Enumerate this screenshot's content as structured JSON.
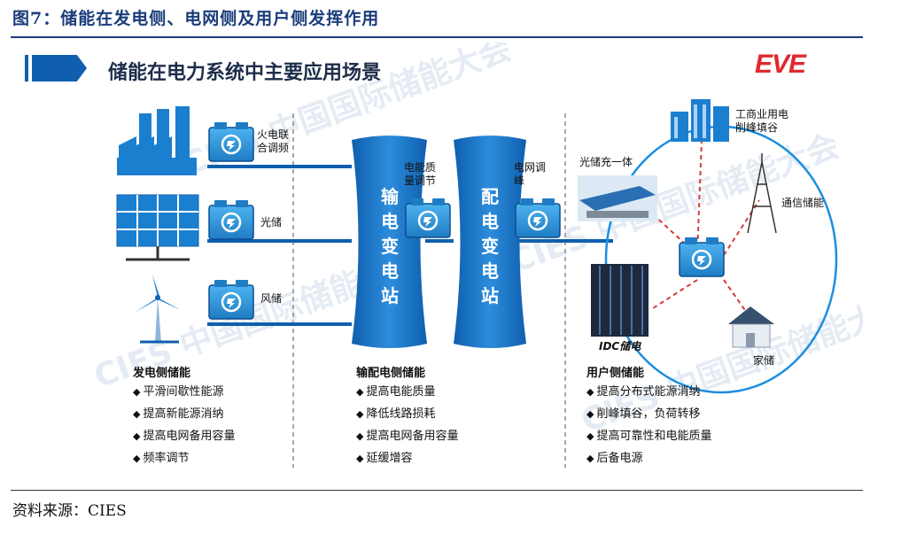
{
  "figure_title": "图7：储能在发电侧、电网侧及用户侧发挥作用",
  "source": "资料来源：CIES",
  "diagram": {
    "heading": "储能在电力系统中主要应用场景",
    "logo": "EVE",
    "watermark": "CIES 中国国际储能大会",
    "generation": {
      "items": [
        "火电联\n合调频",
        "光储",
        "风储"
      ],
      "title": "发电侧储能",
      "bullets": [
        "平滑间歇性能源",
        "提高新能源消纳",
        "提高电网备用容量",
        "频率调节"
      ]
    },
    "grid": {
      "transmission_station": "输\n电\n变\n电\n站",
      "distribution_station": "配\n电\n变\n电\n站",
      "power_quality": "电能质\n量调节",
      "peak_regulation": "电网调\n峰",
      "title": "输配电侧储能",
      "bullets": [
        "提高电能质量",
        "降低线路损耗",
        "提高电网备用容量",
        "延缓增容"
      ]
    },
    "user": {
      "pv_storage": "光储充一体",
      "commercial": "工商业用电\n削峰填谷",
      "telecom": "通信储能",
      "idc": "IDC储电",
      "home": "家储",
      "title": "用户侧储能",
      "bullets": [
        "提高分布式能源消纳",
        "削峰填谷，负荷转移",
        "提高可靠性和电能质量",
        "后备电源"
      ]
    },
    "colors": {
      "primary": "#0f5fae",
      "accent": "#1b8fe0",
      "link": "#d93a3a",
      "logo": "#e0282e"
    }
  }
}
